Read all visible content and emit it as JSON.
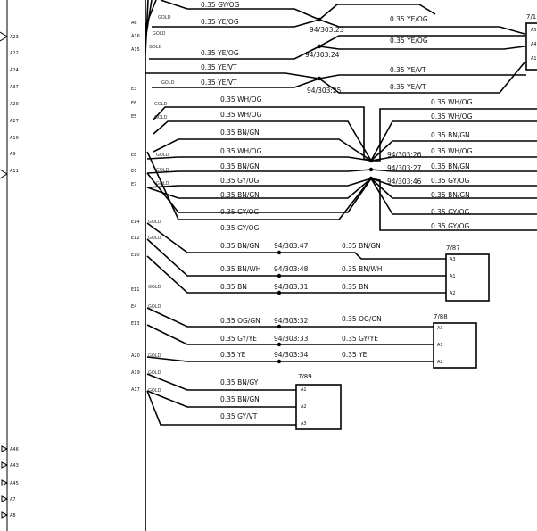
{
  "left_pins": [
    "A23",
    "A22",
    "A24",
    "A37",
    "A29",
    "A27",
    "A16",
    "A9",
    "A11"
  ],
  "left_pins_bottom": [
    "A46",
    "A43",
    "A45",
    "A7",
    "A8"
  ],
  "bus_pins": [
    "A6",
    "A16",
    "A15",
    "E3",
    "E6",
    "E5",
    "E8",
    "E6",
    "E7",
    "E14",
    "E12",
    "E10",
    "E11",
    "E4",
    "E13",
    "A20",
    "A19",
    "A17"
  ],
  "gold": "GOLD",
  "wires": [
    "0.35  GY/OG",
    "0.35  YE/OG",
    "0.35  YE/OG",
    "0.35  YE/VT",
    "0.35  YE/VT",
    "0.35  WH/OG",
    "0.35  WH/OG",
    "0.35  BN/GN",
    "0.35  WH/OG",
    "0.35  BN/GN",
    "0.35  GY/OG",
    "0.35  BN/GN",
    "0.35  GY/OG",
    "0.35  GY/OG",
    "0.35  BN/GN",
    "0.35  BN/WH",
    "0.35  BN",
    "0.35  OG/GN",
    "0.35  GY/YE",
    "0.35  YE",
    "0.35  BN/GY",
    "0.35  BN/GN",
    "0.35  GY/VT"
  ],
  "right_wires": [
    "0.35  YE/OG",
    "0.35  YE/OG",
    "0.35  YE/VT",
    "0.35  YE/VT",
    "0.35  WH/OG",
    "0.35  WH/OG",
    "0.35  BN/GN",
    "0.35  WH/OG",
    "0.35  BN/GN",
    "0.35  GY/OG",
    "0.35  BN/GN",
    "0.35  GY/OG",
    "0.35  GY/OG"
  ],
  "mid_wires": [
    "0.35  BN/GN",
    "0.35  BN/WH",
    "0.35  BN",
    "0.35  OG/GN",
    "0.35  GY/YE",
    "0.35  YE"
  ],
  "splices": [
    "94/303:23",
    "94/303:24",
    "94/303:25",
    "94/303:26",
    "94/303:27",
    "94/303:46",
    "94/303:47",
    "94/303:48",
    "94/303:31",
    "94/303:32",
    "94/303:33",
    "94/303:34"
  ],
  "connectors": {
    "c71": {
      "name": "7/1",
      "pins": [
        "A5",
        "A4",
        "A1"
      ]
    },
    "c787": {
      "name": "7/87",
      "pins": [
        "A3",
        "A1",
        "A2"
      ]
    },
    "c788": {
      "name": "7/88",
      "pins": [
        "A3",
        "A1",
        "A2"
      ]
    },
    "c789": {
      "name": "7/89",
      "pins": [
        "A1",
        "A2",
        "A3"
      ]
    }
  }
}
